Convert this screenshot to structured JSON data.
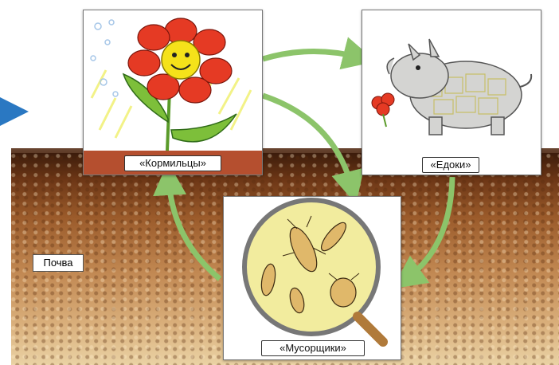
{
  "labels": {
    "producers": "«Кормильцы»",
    "consumers": "«Едоки»",
    "decomposers": "«Мусорщики»",
    "soil": "Почва"
  },
  "colors": {
    "arrow": "#8cc46a",
    "pointer": "#2a78c2",
    "flower_petal": "#e53a24",
    "flower_center": "#f5e21a",
    "leaf": "#7dbf3a",
    "magnifier_bg": "#f2ec9e"
  },
  "icons": {
    "producers": "flower-icon",
    "consumers": "rhinoceros-icon",
    "decomposers": "insects-under-magnifier-icon"
  }
}
